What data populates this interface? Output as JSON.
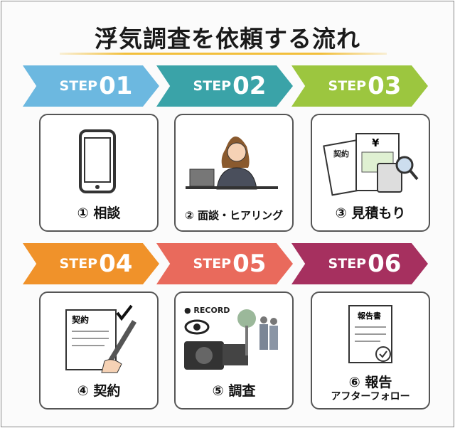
{
  "title": "浮気調査を依頼する流れ",
  "steps": [
    {
      "step": "STEP",
      "num": "01",
      "color": "#6cb8e0",
      "label": "① 相談"
    },
    {
      "step": "STEP",
      "num": "02",
      "color": "#3aa3a8",
      "label": "② 面談・ヒアリング"
    },
    {
      "step": "STEP",
      "num": "03",
      "color": "#9cc63f",
      "label": "③ 見積もり",
      "doc": "契約",
      "yen": "¥"
    },
    {
      "step": "STEP",
      "num": "04",
      "color": "#f0922a",
      "label": "④ 契約",
      "doc": "契約"
    },
    {
      "step": "STEP",
      "num": "05",
      "color": "#e96a5c",
      "label": "⑤ 調査",
      "rec": "● RECORD"
    },
    {
      "step": "STEP",
      "num": "06",
      "color": "#a6305f",
      "label": "⑥ 報告",
      "sub": "アフターフォロー",
      "doc": "報告書"
    }
  ]
}
